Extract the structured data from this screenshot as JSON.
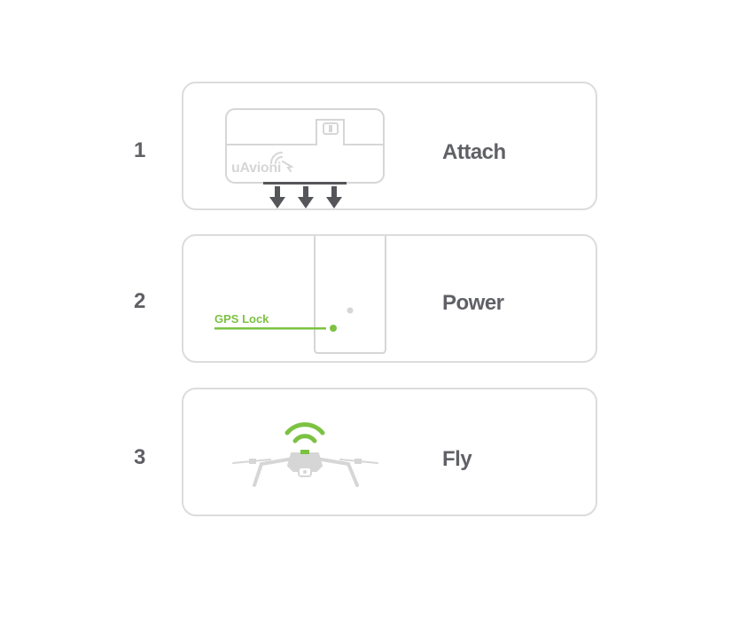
{
  "steps": [
    {
      "number": "1",
      "title": "Attach",
      "device_logo": "uAvioni"
    },
    {
      "number": "2",
      "title": "Power",
      "indicator_label": "GPS Lock"
    },
    {
      "number": "3",
      "title": "Fly"
    }
  ],
  "colors": {
    "accent_green": "#7cc242",
    "card_border": "#dcdcdc",
    "text_gray": "#5f6064",
    "device_outline": "#d6d6d6",
    "arrow_gray": "#555659"
  },
  "icons": [
    "down-arrow-icon",
    "signal-waves-icon",
    "drone-icon",
    "led-indicator-icon"
  ]
}
